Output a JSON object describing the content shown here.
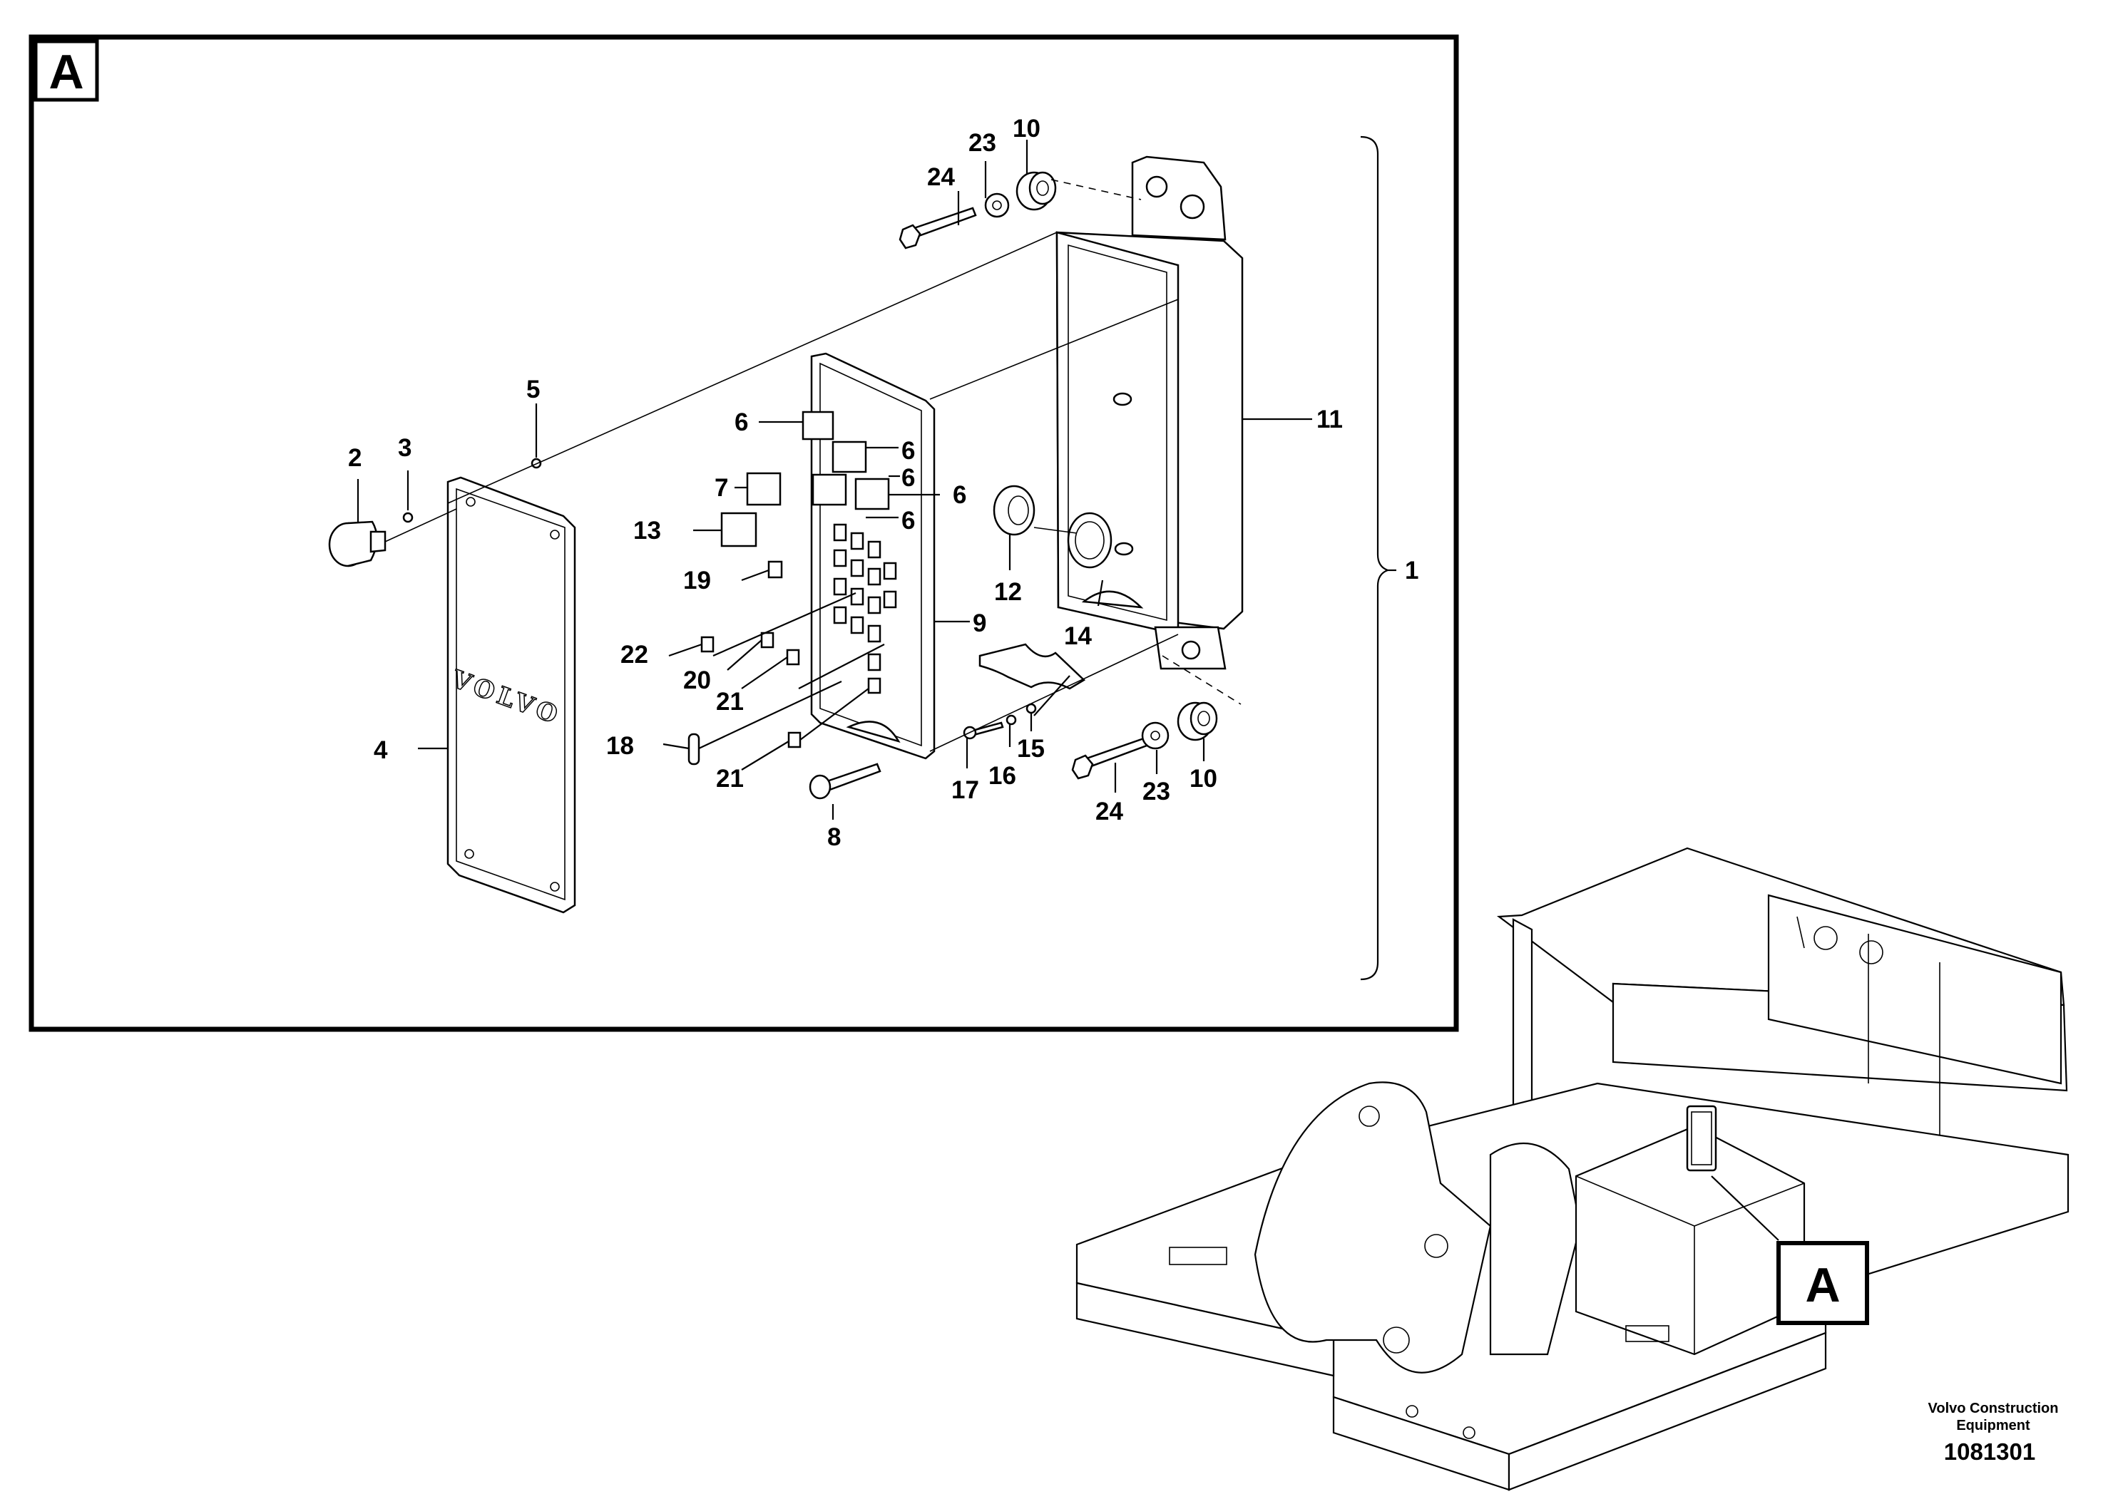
{
  "view_tag": "A",
  "callouts": {
    "c1": "1",
    "c2": "2",
    "c3": "3",
    "c4": "4",
    "c5": "5",
    "c6": "6",
    "c7": "7",
    "c8": "8",
    "c9": "9",
    "c10": "10",
    "c11": "11",
    "c12": "12",
    "c13": "13",
    "c14": "14",
    "c15": "15",
    "c16": "16",
    "c17": "17",
    "c18": "18",
    "c19": "19",
    "c20": "20",
    "c21": "21",
    "c22": "22",
    "c23": "23",
    "c24": "24"
  },
  "cover_logo": "VOLVO",
  "footer": {
    "brand_line1": "Volvo Construction",
    "brand_line2": "Equipment",
    "drawing_number": "1081301"
  }
}
